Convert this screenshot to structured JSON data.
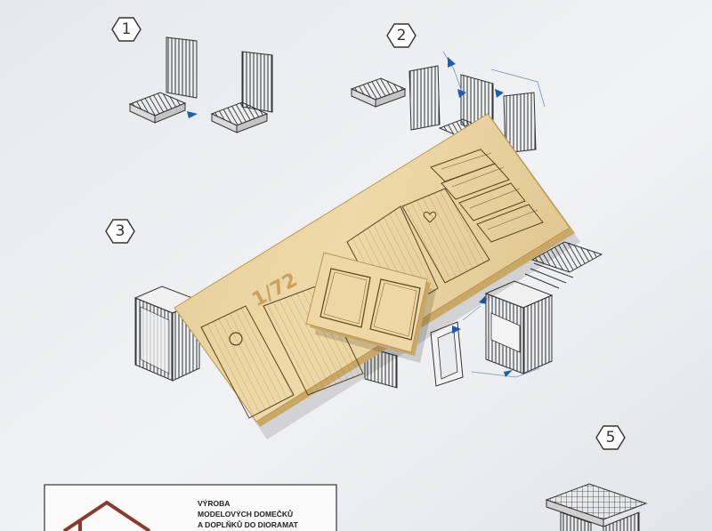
{
  "instruction_sheet": {
    "steps": [
      {
        "label": "1"
      },
      {
        "label": "2"
      },
      {
        "label": "3"
      },
      {
        "label": "5"
      }
    ],
    "company_lines": [
      "VÝROBA",
      "MODELOVÝCH DOMEČKŮ",
      "A DOPLŇKŮ DO DIORAMAT"
    ]
  },
  "laser_sheet": {
    "scale_mark": "1/72"
  },
  "colors": {
    "paper": "#eceef1",
    "wood": "#ead5a3",
    "wood_edge": "#c8a865",
    "engraving": "#5a4620",
    "line_art": "#333333",
    "arrow": "#1a5fb4",
    "logo_roof": "#8a3b2b"
  }
}
